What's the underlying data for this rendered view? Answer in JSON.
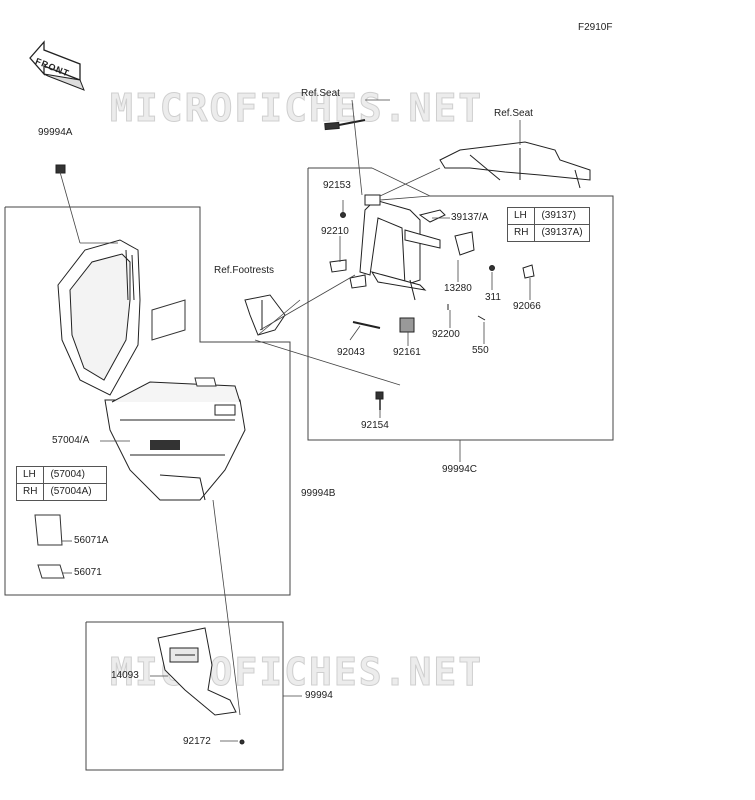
{
  "diagram_code": "F2910F",
  "front_label": "FRONT",
  "watermarks": [
    "MICROFICHES.NET",
    "MICROFICHES.NET"
  ],
  "refs": {
    "seat_1": "Ref.Seat",
    "seat_2": "Ref.Seat",
    "footrests": "Ref.Footrests"
  },
  "parts": {
    "p99994A": "99994A",
    "p92153": "92153",
    "p92210": "92210",
    "p39137A": "39137/A",
    "p13280": "13280",
    "p311": "311",
    "p92066": "92066",
    "p92200": "92200",
    "p550": "550",
    "p92043": "92043",
    "p92161": "92161",
    "p92154": "92154",
    "p99994C": "99994C",
    "p57004A": "57004/A",
    "p99994B": "99994B",
    "p56071A": "56071A",
    "p56071": "56071",
    "p14093": "14093",
    "p99994": "99994",
    "p92172": "92172"
  },
  "table_39137": [
    {
      "side": "LH",
      "part": "(39137)"
    },
    {
      "side": "RH",
      "part": "(39137A)"
    }
  ],
  "table_57004": [
    {
      "side": "LH",
      "part": "(57004)"
    },
    {
      "side": "RH",
      "part": "(57004A)"
    }
  ]
}
